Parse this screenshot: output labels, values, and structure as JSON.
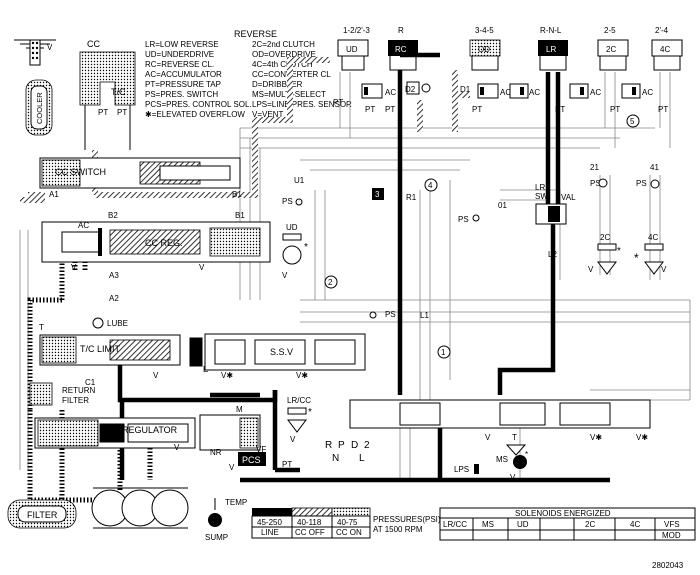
{
  "legend": {
    "heading": "REVERSE",
    "left": [
      "LR=LOW REVERSE",
      "UD=UNDERDRIVE",
      "RC=REVERSE CL.",
      "AC=ACCUMULATOR",
      "PT=PRESSURE TAP",
      "PS=PRES. SWITCH",
      "PCS=PRES. CONTROL SOL.",
      "✱=ELEVATED OVERFLOW"
    ],
    "right": [
      "2C=2nd CLUTCH",
      "OD=OVERDRIVE",
      "4C=4th CLUTCH",
      "CC=CONVERTER CL",
      "D=DRIBBLER",
      "MS=MULTI-SELECT",
      "LPS=LINE PRES. SENSOR",
      "V=VENT"
    ]
  },
  "clutches": [
    {
      "top": "1-2/2'-3",
      "name": "UD"
    },
    {
      "top": "R",
      "name": "RC"
    },
    {
      "top": "3-4-5",
      "name": "OD"
    },
    {
      "top": "R-N-L",
      "name": "LR"
    },
    {
      "top": "2-5",
      "name": "2C"
    },
    {
      "top": "2'-4",
      "name": "4C"
    }
  ],
  "components": {
    "cc": "CC",
    "tc": "T/C",
    "cooler": "COOLER",
    "cc_switch": "CC SWITCH",
    "cc_reg": "CC REG.",
    "tc_limit": "T/C LIMIT",
    "ssv": "S.S.V",
    "regulator": "REGULATOR",
    "return_filter": "RETURN\nFILTER",
    "filter": "FILTER",
    "sump": "SUMP",
    "temp": "TEMP",
    "lube": "LUBE",
    "pcs": "PCS",
    "lr_cc": "LR/CC",
    "lps": "LPS",
    "ms": "MS",
    "lr_sw": "LR\nSW",
    "val": "VAL"
  },
  "labels": {
    "ac": "AC",
    "pt": "PT",
    "ps": "PS",
    "v": "V",
    "v_star": "V✱",
    "star": "*",
    "d1": "D1",
    "d2": "D2",
    "a1": "A1",
    "a2": "A2",
    "a3": "A3",
    "b1": "B1",
    "b2": "B2",
    "c1": "C1",
    "e": "E",
    "t": "T",
    "m": "M",
    "vf": "VF",
    "nr": "NR",
    "u1": "U1",
    "l1": "L1",
    "l2": "L2",
    "r1": "R1",
    "o1": "01",
    "n21": "21",
    "n41": "41",
    "ud": "UD",
    "c2": "2C",
    "c4": "4C",
    "ts": "T"
  },
  "circled": [
    "1",
    "2",
    "3",
    "4",
    "5"
  ],
  "gear_positions": {
    "top": [
      "R",
      "P",
      "D",
      "2"
    ],
    "bottom": [
      "N",
      "L"
    ]
  },
  "pressure_legend": {
    "values": [
      "45-250",
      "40-118",
      "40-75"
    ],
    "names": [
      "LINE",
      "CC OFF",
      "CC ON"
    ],
    "title_line1": "PRESSURES(PSI)",
    "title_line2": "AT 1500 RPM"
  },
  "solenoid_table": {
    "title": "SOLENOIDS ENERGIZED",
    "columns": [
      "LR/CC",
      "MS",
      "UD",
      "2C",
      "4C",
      "VFS"
    ],
    "extra": "MOD"
  },
  "figure_id": "2802043"
}
